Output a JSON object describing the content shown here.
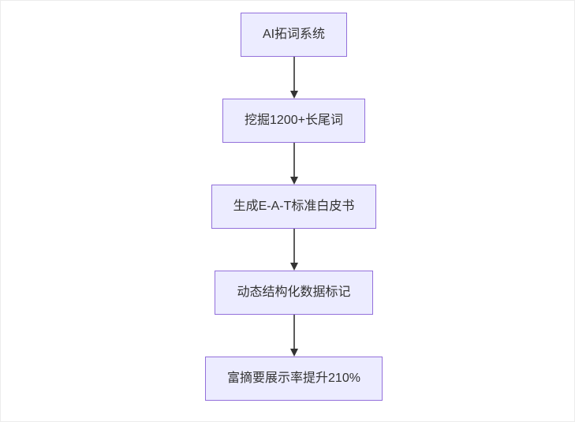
{
  "diagram": {
    "type": "flowchart",
    "direction": "top-down",
    "nodes": [
      {
        "id": "A",
        "label": "AI拓词系统"
      },
      {
        "id": "B",
        "label": "挖掘1200+长尾词"
      },
      {
        "id": "C",
        "label": "生成E-A-T标准白皮书"
      },
      {
        "id": "D",
        "label": "动态结构化数据标记"
      },
      {
        "id": "E",
        "label": "富摘要展示率提升210%"
      }
    ],
    "edges": [
      {
        "from": "A",
        "to": "B"
      },
      {
        "from": "B",
        "to": "C"
      },
      {
        "from": "C",
        "to": "D"
      },
      {
        "from": "D",
        "to": "E"
      }
    ],
    "colors": {
      "node_fill": "#ececff",
      "node_border": "#9370db",
      "arrow": "#333333",
      "text": "#333333",
      "background": "#ffffff"
    }
  }
}
